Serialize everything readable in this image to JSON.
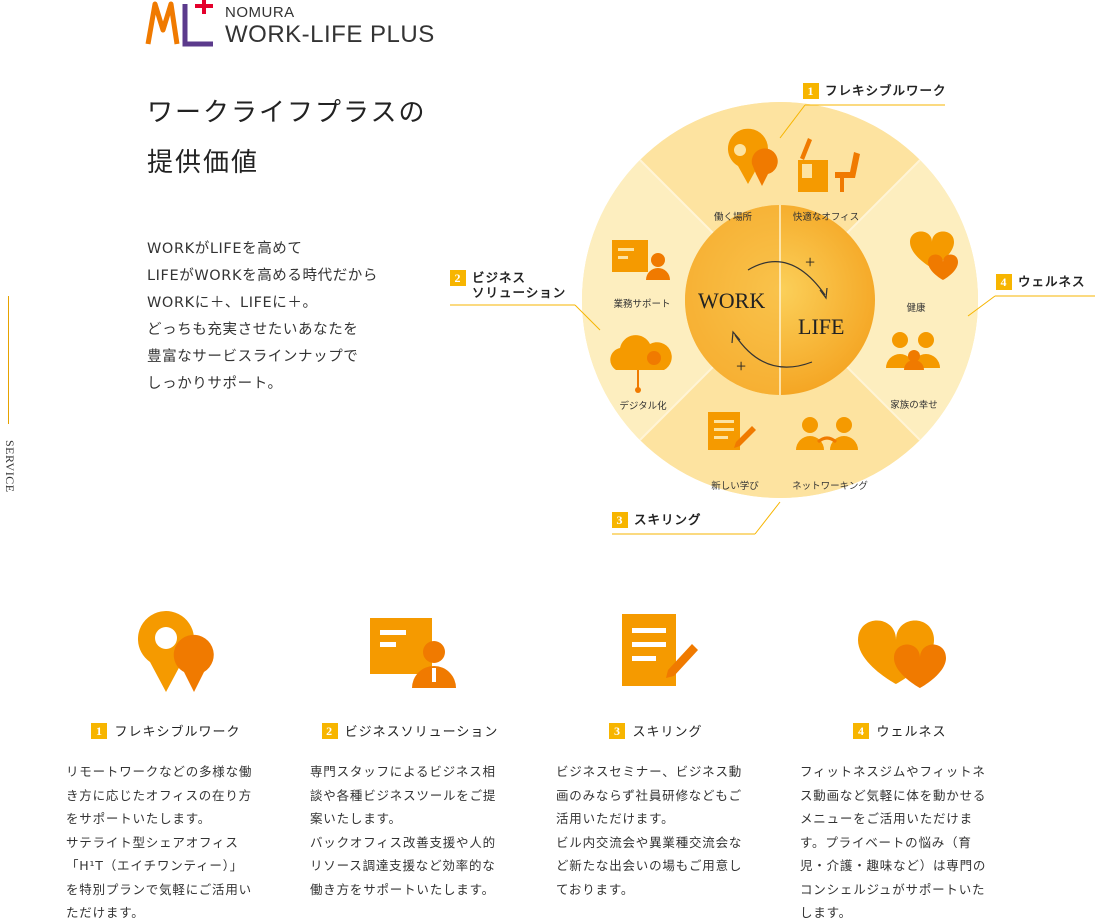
{
  "side": {
    "label": "SERVICE"
  },
  "logo": {
    "small": "NOMURA",
    "big": "WORK-LIFE PLUS"
  },
  "heading": {
    "lines": [
      "ワークライフプラスの",
      "提供価値"
    ]
  },
  "intro": {
    "lines": [
      "WORKがLIFEを高めて",
      "LIFEがWORKを高める時代だから",
      "WORKに＋、LIFEに＋。",
      "どっちも充実させたいあなたを",
      "豊富なサービスラインナップで",
      "しっかりサポート。"
    ]
  },
  "wheel": {
    "center": {
      "work": "WORK",
      "life": "LIFE",
      "plus1": "+",
      "plus2": "+"
    },
    "segments": {
      "place": "働く場所",
      "office": "快適なオフィス",
      "health": "健康",
      "family": "家族の幸せ",
      "networking": "ネットワーキング",
      "learning": "新しい学び",
      "digital": "デジタル化",
      "support": "業務サポート"
    },
    "callouts": {
      "c1": {
        "num": "1",
        "label": "フレキシブルワーク"
      },
      "c2": {
        "num": "2",
        "line1": "ビジネス",
        "line2": "ソリューション"
      },
      "c3": {
        "num": "3",
        "label": "スキリング"
      },
      "c4": {
        "num": "4",
        "label": "ウェルネス"
      }
    }
  },
  "services": [
    {
      "num": "1",
      "title": "フレキシブルワーク",
      "icon": "location-pin-icon",
      "desc": [
        "リモートワークなどの多様な働",
        "き方に応じたオフィスの在り方",
        "をサポートいたします。",
        "サテライト型シェアオフィス",
        "「H¹T（エイチワンティー）」",
        "を特別プランで気軽にご活用い",
        "ただけます。"
      ]
    },
    {
      "num": "2",
      "title": "ビジネスソリューション",
      "icon": "business-support-icon",
      "desc": [
        "専門スタッフによるビジネス相",
        "談や各種ビジネスツールをご提",
        "案いたします。",
        "バックオフィス改善支援や人的",
        "リソース調達支援など効率的な",
        "働き方をサポートいたします。"
      ]
    },
    {
      "num": "3",
      "title": "スキリング",
      "icon": "document-pen-icon",
      "desc": [
        "ビジネスセミナー、ビジネス動",
        "画のみならず社員研修などもご",
        "活用いただけます。",
        "ビル内交流会や異業種交流会な",
        "ど新たな出会いの場もご用意し",
        "ております。"
      ]
    },
    {
      "num": "4",
      "title": "ウェルネス",
      "icon": "hearts-icon",
      "desc": [
        "フィットネスジムやフィットネ",
        "ス動画など気軽に体を動かせる",
        "メニューをご活用いただけま",
        "す。プライベートの悩み（育",
        "児・介護・趣味など）は専門の",
        "コンシェルジュがサポートいた",
        "します。"
      ]
    }
  ],
  "colors": {
    "accent": "#f7b500",
    "orange": "#f59a00",
    "deep": "#f07a00",
    "purple": "#5b3a8c",
    "ring": "#fde7a8"
  }
}
